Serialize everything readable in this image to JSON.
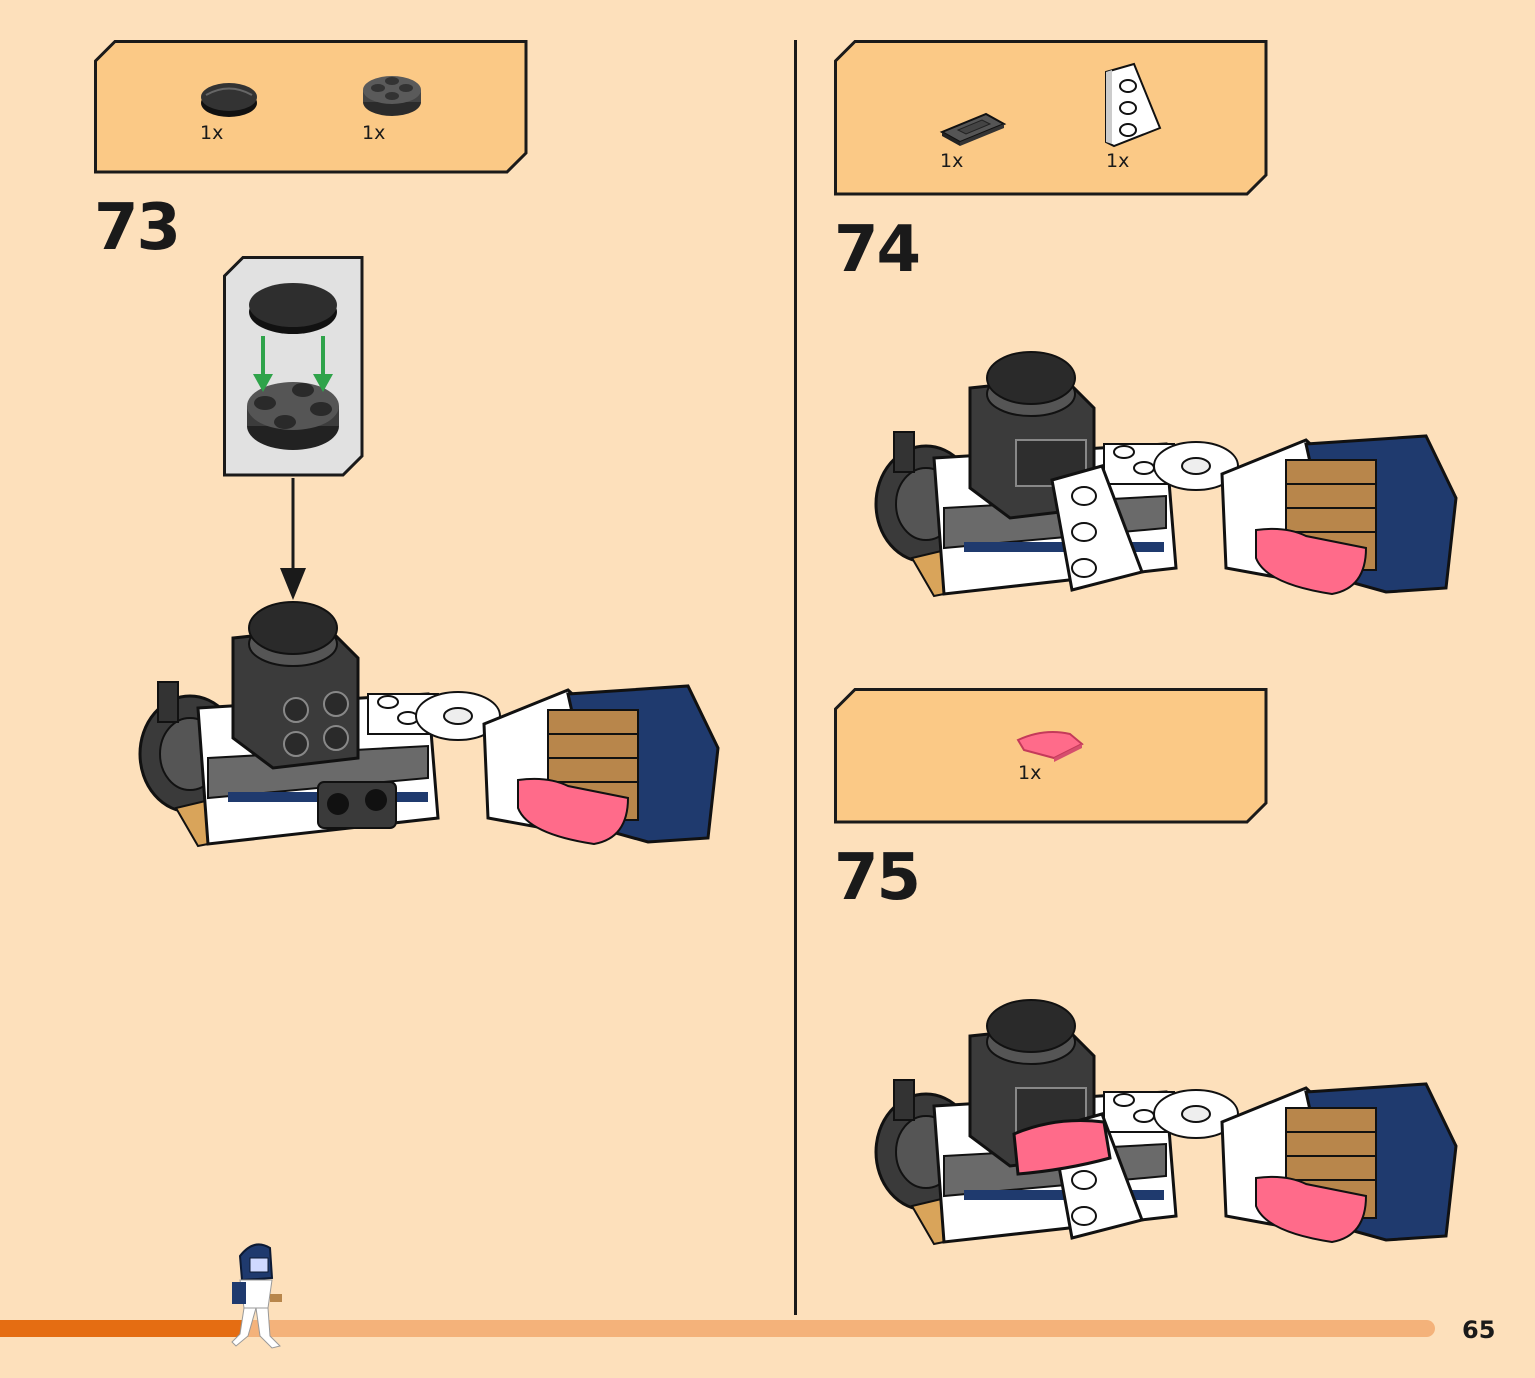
{
  "steps": [
    {
      "number": "73",
      "parts": [
        {
          "qty": "1x",
          "icon": "round-tile-black-icon"
        },
        {
          "qty": "1x",
          "icon": "round-plate-2x2-dark-gray-icon"
        }
      ]
    },
    {
      "number": "74",
      "parts": [
        {
          "qty": "1x",
          "icon": "tile-1x2-dark-gray-icon"
        },
        {
          "qty": "1x",
          "icon": "wedge-plate-white-icon"
        }
      ]
    },
    {
      "number": "75",
      "parts": [
        {
          "qty": "1x",
          "icon": "curved-slope-pink-icon"
        }
      ]
    }
  ],
  "page_number": "65",
  "progress": 0.17,
  "colors": {
    "page_bg": "#fde0bb",
    "parts_box_bg": "#fbc986",
    "progress_fill": "#e56d12",
    "progress_track": "#f4b27a",
    "arrow_green": "#2fa34a"
  }
}
